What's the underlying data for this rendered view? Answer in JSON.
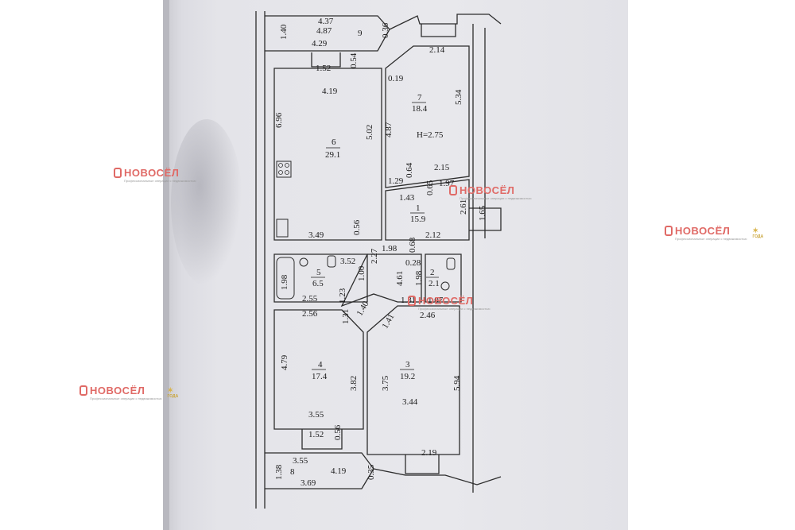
{
  "watermark": {
    "brand": "НОВОСЁЛ",
    "subtitle": "Профессиональные операции с недвижимостью",
    "badge": "ГОДА"
  },
  "rooms": [
    {
      "number": "1",
      "area": "15.9"
    },
    {
      "number": "2",
      "area": "2.1"
    },
    {
      "number": "3",
      "area": "19.2"
    },
    {
      "number": "4",
      "area": "17.4"
    },
    {
      "number": "5",
      "area": "6.5"
    },
    {
      "number": "6",
      "area": "29.1"
    },
    {
      "number": "7",
      "area": "18.4"
    },
    {
      "number": "8",
      "area": ""
    },
    {
      "number": "9",
      "area": ""
    }
  ],
  "ceiling_height": "H=2.75",
  "dimensions": [
    "4.37",
    "4.87",
    "4.29",
    "1.40",
    "0.36",
    "9",
    "1.52",
    "0.54",
    "2.14",
    "0.19",
    "4.19",
    "6.96",
    "5.02",
    "4.87",
    "5.34",
    "0.64",
    "2.15",
    "1.29",
    "0.65",
    "1.97",
    "1.43",
    "2.61",
    "1.65",
    "0.56",
    "3.49",
    "2.12",
    "2.27",
    "1.98",
    "0.68",
    "3.52",
    "0.28",
    "1.00",
    "1.98",
    "4.61",
    "1.98",
    "1.23",
    "1.31",
    "1.07",
    "2.55",
    "1.40",
    "2.56",
    "1.31",
    "1.41",
    "2.46",
    "4.79",
    "3.82",
    "3.75",
    "5.94",
    "3.44",
    "3.55",
    "2.19",
    "1.52",
    "0.56",
    "1.38",
    "3.55",
    "4.19",
    "0.35",
    "3.69"
  ]
}
